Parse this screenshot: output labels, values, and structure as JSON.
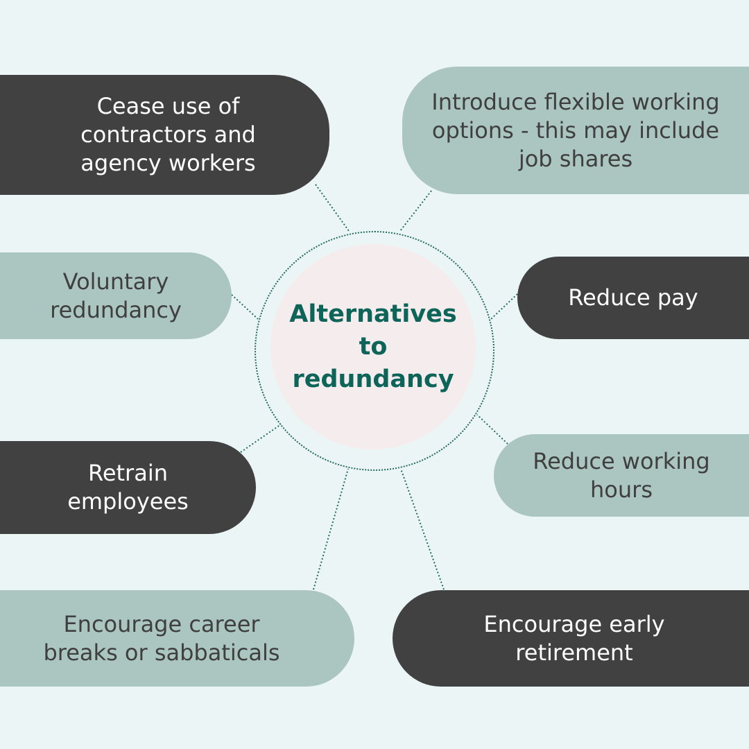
{
  "center": {
    "title": "Alternatives to redundancy"
  },
  "items": [
    {
      "text": "Cease use of contractors and agency workers"
    },
    {
      "text": "Introduce flexible working options - this may include job shares"
    },
    {
      "text": "Voluntary redundancy"
    },
    {
      "text": "Reduce pay"
    },
    {
      "text": "Retrain employees"
    },
    {
      "text": "Reduce working hours"
    },
    {
      "text": "Encourage career breaks or sabbaticals"
    },
    {
      "text": "Encourage early retirement"
    }
  ],
  "colors": {
    "background": "#ecf5f5",
    "dark_pill": "#414141",
    "light_pill": "#abc5c1",
    "center_fill": "#f5ecee",
    "title_text": "#0d6459",
    "connector": "#1f6b5c"
  }
}
